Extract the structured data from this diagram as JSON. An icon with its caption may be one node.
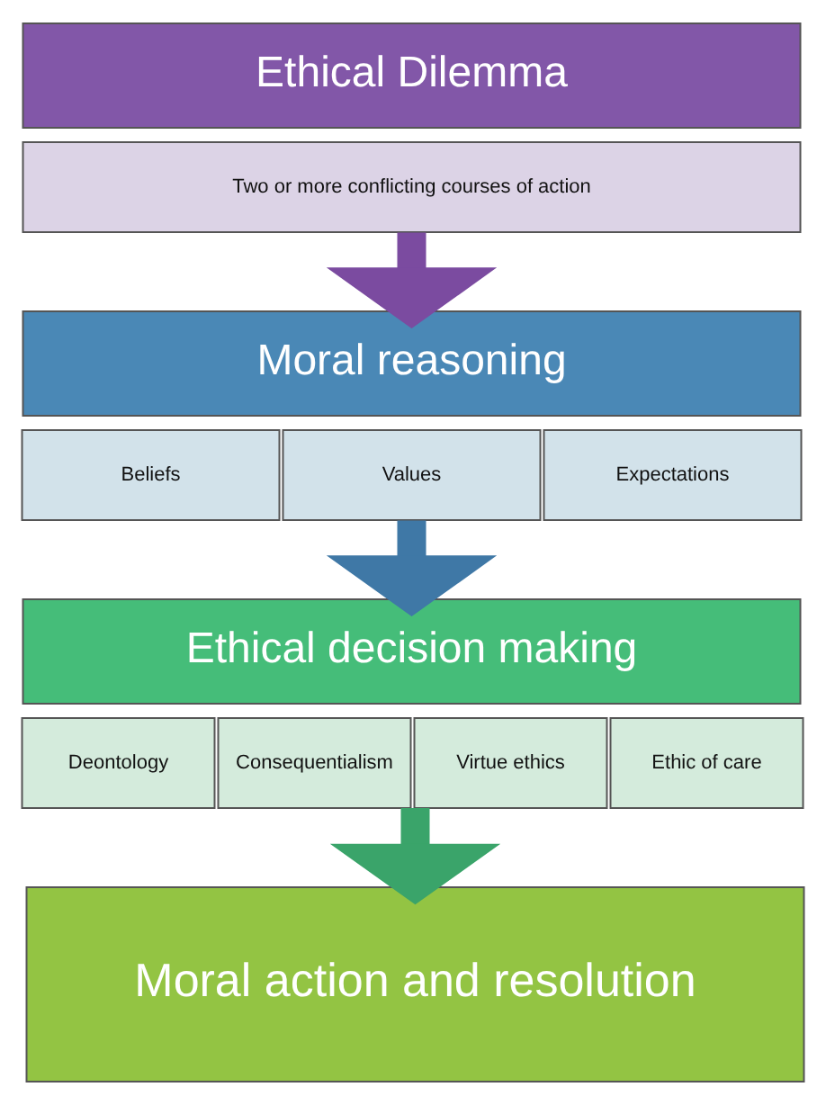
{
  "diagram": {
    "nodes": [
      {
        "text": [
          "Ethical Dilemma"
        ]
      },
      {
        "text": [
          "Two or more conflicting courses of action"
        ]
      },
      {
        "text": [
          "Moral reasoning"
        ]
      },
      {
        "text": [
          "Beliefs"
        ]
      },
      {
        "text": [
          "Values"
        ]
      },
      {
        "text": [
          "Expectations"
        ]
      },
      {
        "text": [
          "Ethical decision making"
        ]
      },
      {
        "text": [
          "Deontology"
        ]
      },
      {
        "text": [
          "Consequentialism"
        ]
      },
      {
        "text": [
          "Virtue ethics"
        ]
      },
      {
        "text": [
          "Ethic of care"
        ]
      },
      {
        "text": [
          "Moral action and resolution"
        ]
      }
    ],
    "edges": [
      {
        "from": 1,
        "to": 2,
        "arrow": "to",
        "color": "#7b4ba0"
      },
      {
        "from": 4,
        "to": 6,
        "arrow": "to",
        "color": "#3f78a6"
      },
      {
        "from": 9,
        "to": 11,
        "arrow": "to",
        "color": "#3aa46a"
      }
    ]
  }
}
